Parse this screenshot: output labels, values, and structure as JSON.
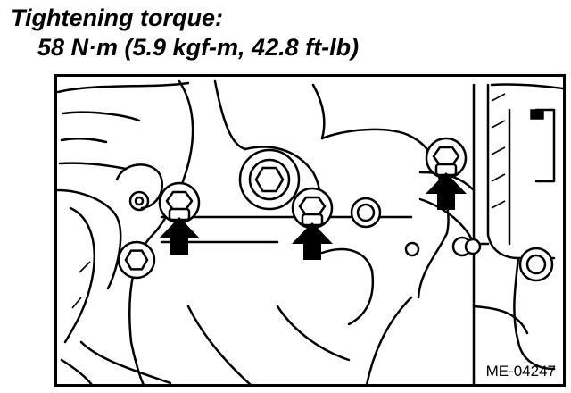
{
  "caption": {
    "line1": "Tightening torque:",
    "line2": "58 N·m (5.9 kgf-m, 42.8 ft-lb)"
  },
  "figure": {
    "code": "ME-04247",
    "arrow_count": 3,
    "colors": {
      "ink": "#000000",
      "paper": "#ffffff"
    }
  }
}
